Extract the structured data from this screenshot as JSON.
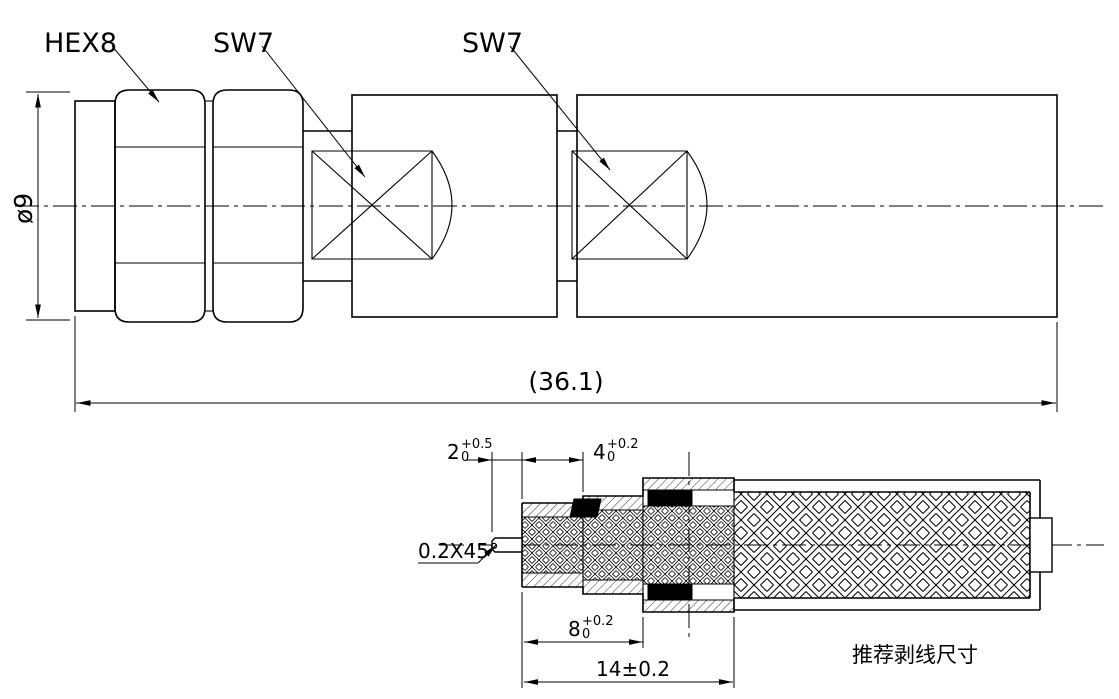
{
  "drawing": {
    "labels": {
      "hex_label": "HEX8",
      "sw_label_1": "SW7",
      "sw_label_2": "SW7"
    },
    "dimensions": {
      "diameter": "ø9",
      "overall_length": "(36.1)",
      "pin_exposed": {
        "value": "2",
        "tol_upper": "+0.5",
        "tol_lower": "0"
      },
      "dielectric_exposed": {
        "value": "4",
        "tol_upper": "+0.2",
        "tol_lower": "0"
      },
      "braid_length": {
        "value": "8",
        "tol_upper": "+0.2",
        "tol_lower": "0"
      },
      "jacket_strip": "14±0.2",
      "pin_chamfer": "0.2X45°"
    },
    "note": "推荐剥线尺寸",
    "colors": {
      "line": "#000000",
      "background": "#ffffff"
    }
  }
}
